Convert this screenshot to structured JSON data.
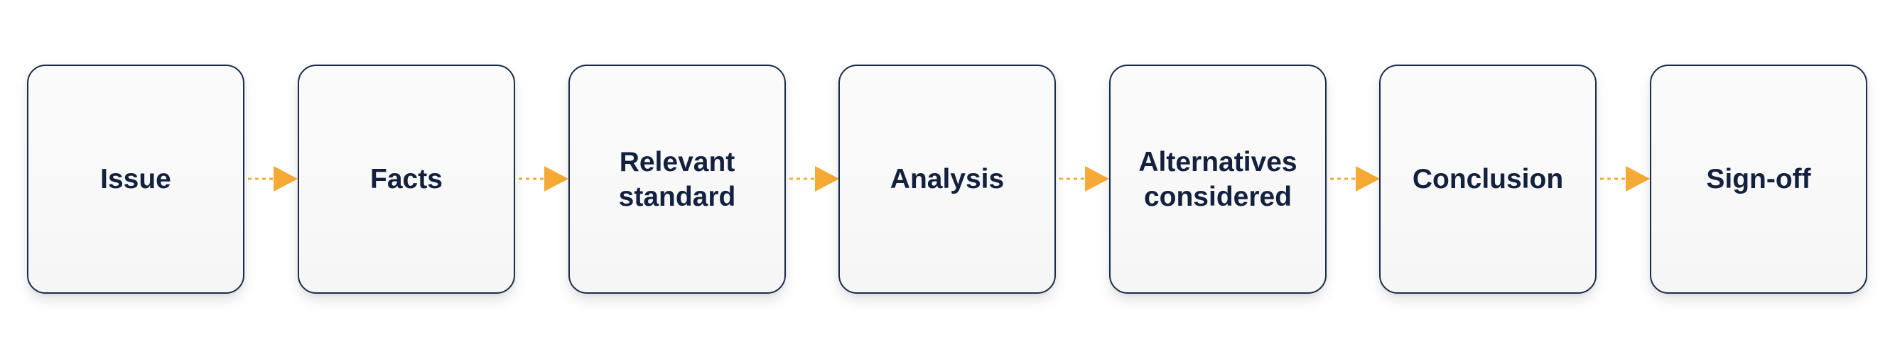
{
  "diagram": {
    "type": "process-flow",
    "steps": [
      {
        "label": "Issue"
      },
      {
        "label": "Facts"
      },
      {
        "label": "Relevant\nstandard"
      },
      {
        "label": "Analysis"
      },
      {
        "label": "Alternatives\nconsidered"
      },
      {
        "label": "Conclusion"
      },
      {
        "label": "Sign-off"
      }
    ],
    "connectors": [
      {
        "from": "Issue",
        "to": "Facts"
      },
      {
        "from": "Facts",
        "to": "Relevant standard"
      },
      {
        "from": "Relevant standard",
        "to": "Analysis"
      },
      {
        "from": "Analysis",
        "to": "Alternatives considered"
      },
      {
        "from": "Alternatives considered",
        "to": "Conclusion"
      },
      {
        "from": "Conclusion",
        "to": "Sign-off"
      }
    ],
    "colors": {
      "box_border": "#1b2c4b",
      "box_fill": "#f8f8f8",
      "text": "#13213e",
      "arrow": "#f5aa35"
    }
  }
}
